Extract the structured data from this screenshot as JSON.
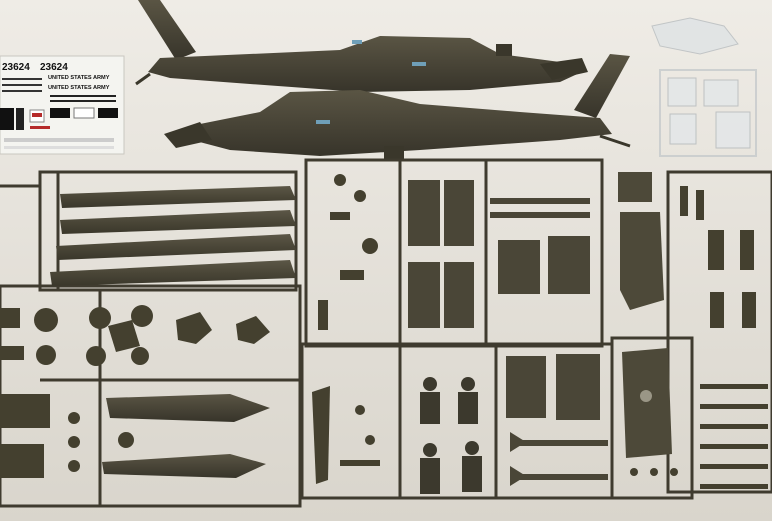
{
  "decal_sheet": {
    "serial_left": "23624",
    "serial_right": "23624",
    "text_line_1": "UNITED STATES ARMY",
    "text_line_2": "UNITED STATES ARMY"
  },
  "colors": {
    "background": "#ece9e2",
    "plastic": "#4a4637",
    "plastic_dark": "#3a372b",
    "plastic_light": "#5b5645",
    "clear_parts": "#d8dde0",
    "decal_paper": "#f4f4f0",
    "window_blue": "#6f9fb8"
  }
}
